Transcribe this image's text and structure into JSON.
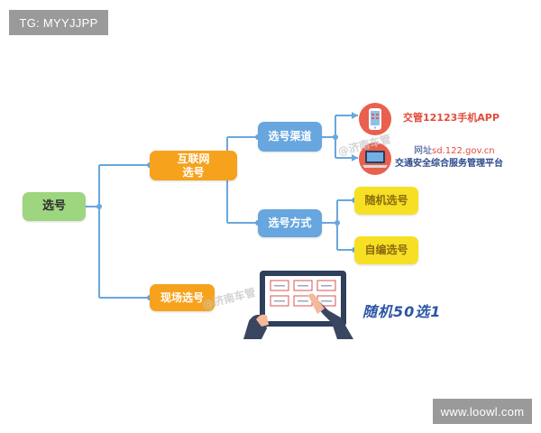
{
  "badges": {
    "top_left": "TG: MYYJJPP",
    "bottom_right": "www.loowl.com"
  },
  "nodes": {
    "root": "选号",
    "web": "互联网\n选号",
    "onsite": "现场选号",
    "channel": "选号渠道",
    "method": "选号方式",
    "random": "随机选号",
    "custom": "自编选号"
  },
  "channels": {
    "app": "交管12123手机APP",
    "web_prefix": "网址",
    "web_url": "sd.122.gov.cn",
    "web_name": "交通安全综合服务管理平台"
  },
  "caption": "随机50选1",
  "watermarks": {
    "wm1": "@济南车管",
    "wm2": "@济南车管"
  },
  "colors": {
    "connector": "#6aa7dd",
    "green": "#9ed57f",
    "orange": "#f6a21d",
    "blue": "#67a6df",
    "yellow": "#f7e024"
  }
}
